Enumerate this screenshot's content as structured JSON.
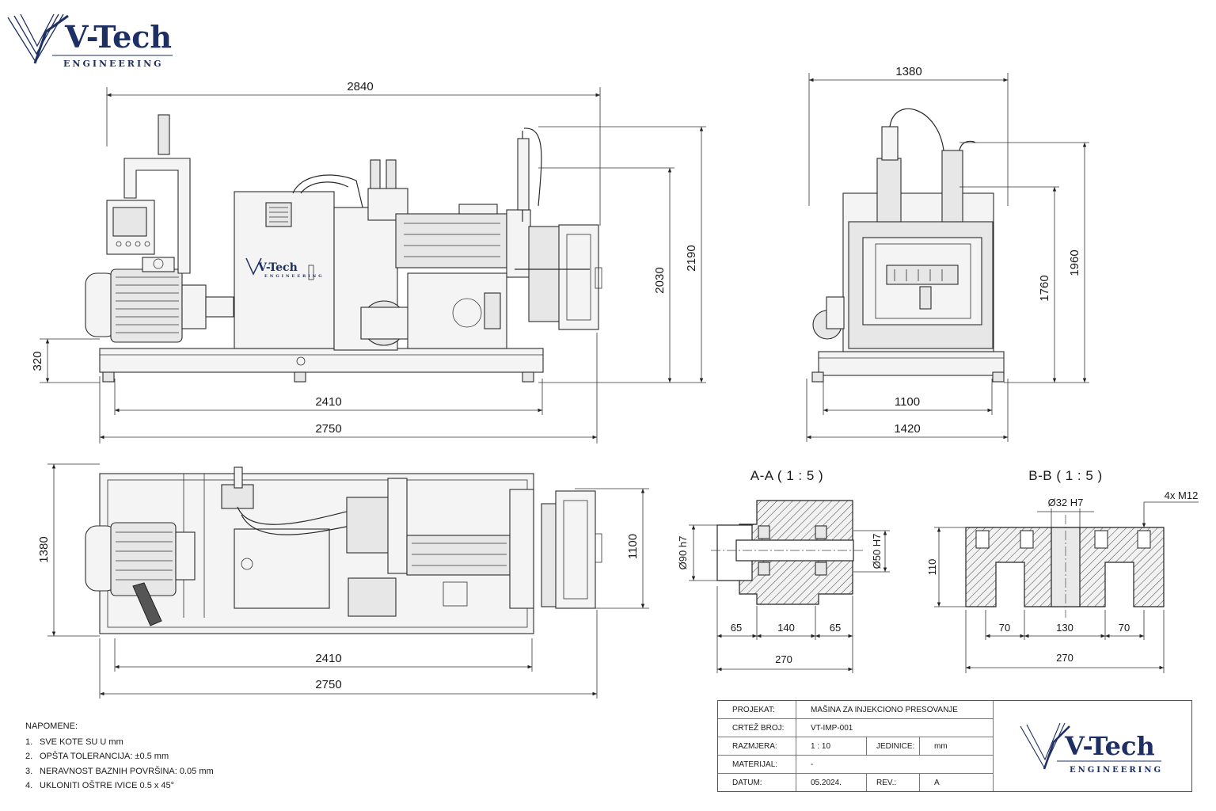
{
  "brand": {
    "name": "V-Tech",
    "tagline": "ENGINEERING"
  },
  "front_view": {
    "panel_logo": "V-Tech",
    "panel_tagline": "ENGINEERING"
  },
  "dimensions": {
    "front_width_top": "2840",
    "front_height_total": "2190",
    "front_height_body": "2030",
    "front_base_height": "320",
    "front_frame_length": "2410",
    "front_overall_length": "2750",
    "side_width_top": "1380",
    "side_height_total": "1960",
    "side_height_body": "1760",
    "side_frame_width": "1100",
    "side_overall_width": "1420",
    "top_depth": "1380",
    "top_inner_depth": "1100",
    "top_frame_length": "2410",
    "top_overall_length": "2750"
  },
  "section_aa": {
    "title": "A-A ( 1 : 5 )",
    "dia_left": "Ø90 h7",
    "dia_right": "Ø50 H7",
    "d1": "65",
    "d2": "140",
    "d3": "65",
    "total": "270"
  },
  "section_bb": {
    "title": "B-B ( 1 : 5 )",
    "bore": "Ø32 H7",
    "bolts": "4x M12",
    "height": "110",
    "d1": "70",
    "d2": "130",
    "d3": "70",
    "total": "270"
  },
  "notes": {
    "title": "NAPOMENE:",
    "items": [
      {
        "num": "1.",
        "text": "SVE KOTE SU U mm"
      },
      {
        "num": "2.",
        "text": "OPŠTA TOLERANCIJA: ±0.5 mm"
      },
      {
        "num": "3.",
        "text": "NERAVNOST BAZNIH POVRŠINA: 0.05 mm"
      },
      {
        "num": "4.",
        "text": "UKLONITI OŠTRE IVICE 0.5 x 45°"
      }
    ]
  },
  "title_block": {
    "project_label": "PROJEKAT:",
    "project_value": "MAŠINA ZA INJEKCIONO PRESOVANJE",
    "drawing_no_label": "CRTEŽ BROJ:",
    "drawing_no_value": "VT-IMP-001",
    "scale_label": "RAZMJERA:",
    "scale_value": "1 : 10",
    "units_label": "JEDINICE:",
    "units_value": "mm",
    "material_label": "MATERIJAL:",
    "material_value": "-",
    "date_label": "DATUM:",
    "date_value": "05.2024.",
    "rev_label": "REV.:",
    "rev_value": "A"
  },
  "colors": {
    "brand_navy": "#1d2f63",
    "line": "#2a2a2a",
    "background": "#ffffff"
  }
}
